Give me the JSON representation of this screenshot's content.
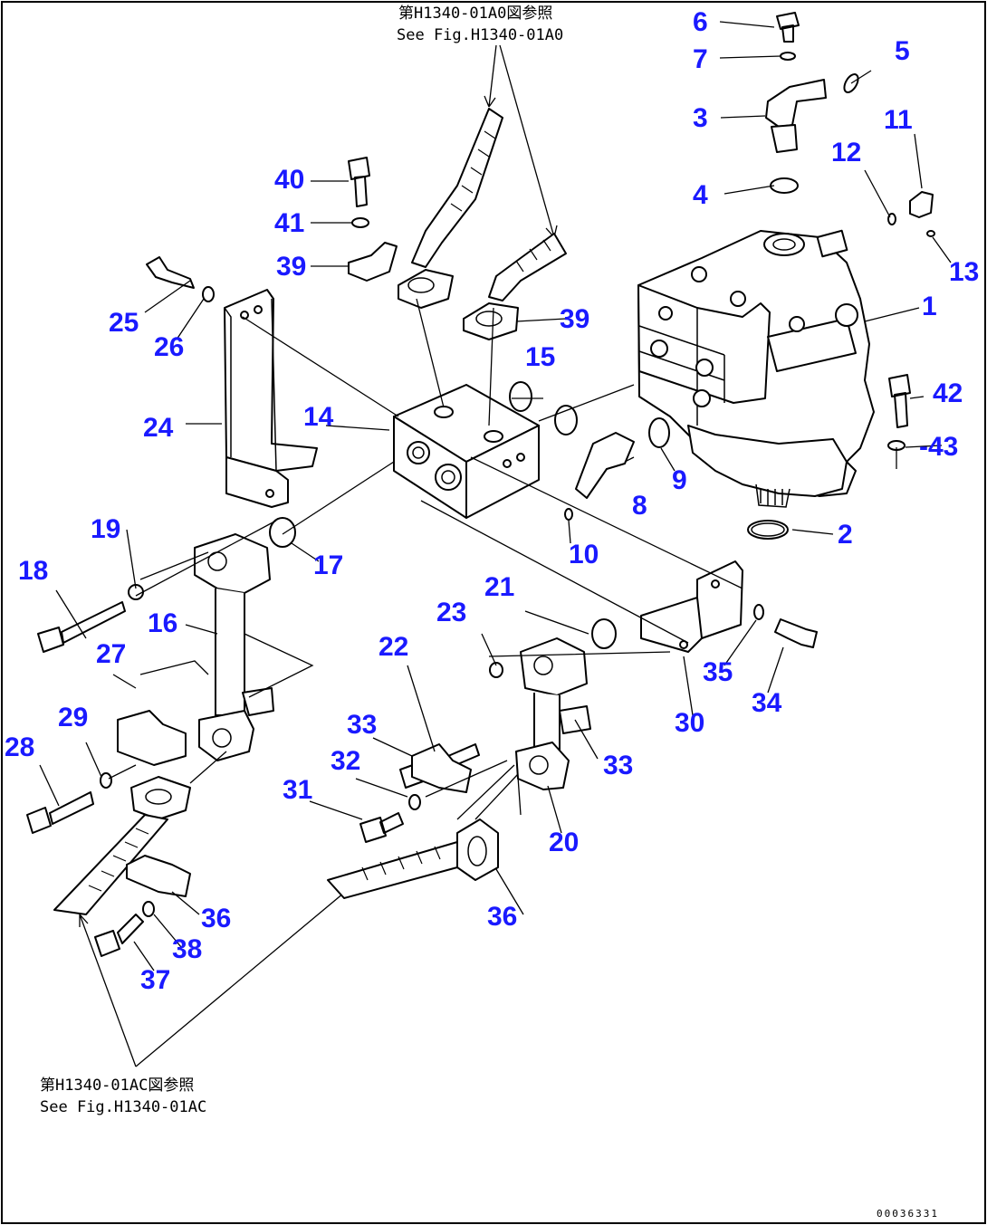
{
  "reference_top": {
    "line1": "第H1340-01A0図参照",
    "line2": "See Fig.H1340-01A0"
  },
  "reference_bottom": {
    "line1": "第H1340-01AC図参照",
    "line2": "See Fig.H1340-01AC"
  },
  "document_number": "00036331",
  "callouts": [
    "1",
    "2",
    "3",
    "4",
    "5",
    "6",
    "7",
    "8",
    "9",
    "10",
    "11",
    "12",
    "13",
    "14",
    "15",
    "16",
    "17",
    "18",
    "19",
    "20",
    "21",
    "22",
    "23",
    "24",
    "25",
    "26",
    "27",
    "28",
    "29",
    "30",
    "31",
    "32",
    "33",
    "33",
    "34",
    "35",
    "36",
    "36",
    "37",
    "38",
    "39",
    "39",
    "40",
    "41",
    "42",
    "43"
  ],
  "colors": {
    "callout": "#1a1aff",
    "line": "#000000",
    "background": "#ffffff"
  }
}
